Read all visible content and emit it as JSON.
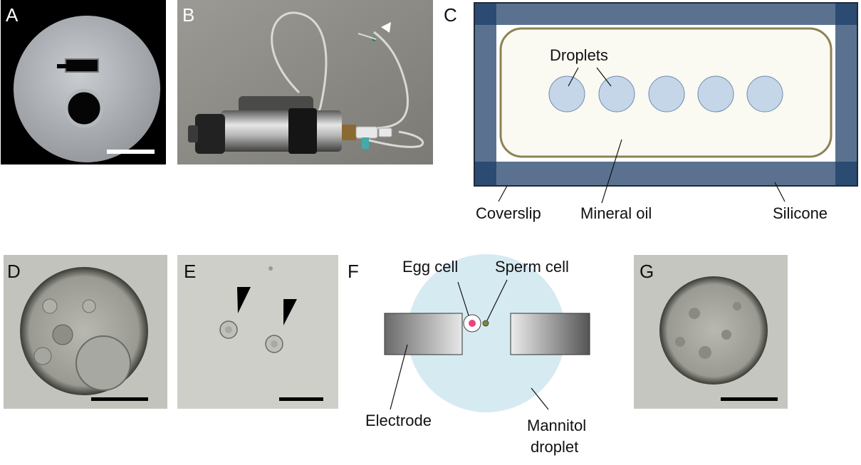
{
  "panels": {
    "A": {
      "label": "A"
    },
    "B": {
      "label": "B"
    },
    "C": {
      "label": "C",
      "callouts": {
        "droplets": "Droplets",
        "coverslip": "Coverslip",
        "mineral_oil": "Mineral oil",
        "silicone": "Silicone"
      },
      "droplet_count": 5
    },
    "D": {
      "label": "D"
    },
    "E": {
      "label": "E"
    },
    "F": {
      "label": "F",
      "callouts": {
        "egg_cell": "Egg cell",
        "sperm_cell": "Sperm cell",
        "electrode": "Electrode",
        "mannitol_line1": "Mannitol",
        "mannitol_line2": "droplet"
      }
    },
    "G": {
      "label": "G"
    }
  },
  "colors": {
    "silicone": "#5a7290",
    "silicone_corner": "#2c4b72",
    "mineral_oil_fill": "#faf9f2",
    "mineral_oil_border": "#8c8355",
    "droplet": "#c5d6e8",
    "mannitol_droplet": "#d6eaf2",
    "egg_nucleus": "#e8457d"
  }
}
